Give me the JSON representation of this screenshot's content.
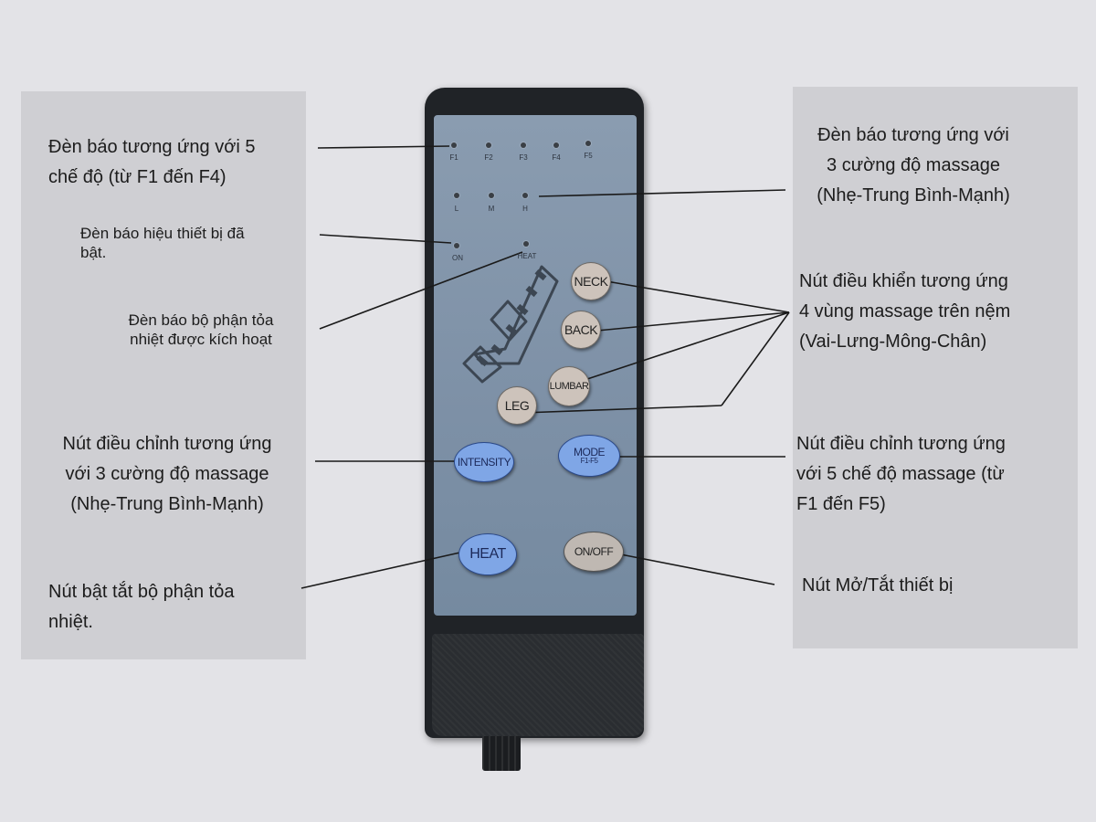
{
  "remote": {
    "mode_leds": [
      "F1",
      "F2",
      "F3",
      "F4",
      "F5"
    ],
    "intensity_leds": [
      "L",
      "M",
      "H"
    ],
    "status_leds": [
      "ON",
      "HEAT"
    ],
    "buttons": {
      "neck": "NECK",
      "back": "BACK",
      "lumbar": "LUMBAR",
      "leg": "LEG",
      "intensity": "INTENSITY",
      "mode": "MODE",
      "mode_sub": "F1-F5",
      "heat": "HEAT",
      "onoff": "ON/OFF"
    }
  },
  "annotations": {
    "mode_led": "Đèn báo tương ứng với 5\nchế độ (từ F1 đến F4)",
    "power_led": "Đèn báo hiệu thiết bị đã\nbật.",
    "heat_led": "Đèn báo bộ phận tỏa\nnhiệt được kích hoạt",
    "intensity_button": "Nút điều chỉnh tương ứng\nvới 3 cường độ massage\n(Nhẹ-Trung Bình-Mạnh)",
    "heat_button": "Nút bật tắt bộ phận tỏa\nnhiệt.",
    "intensity_led": "Đèn báo tương ứng với\n3 cường độ massage\n(Nhẹ-Trung Bình-Mạnh)",
    "zone_buttons": "Nút điều khiển tương ứng\n4 vùng massage trên nệm\n(Vai-Lưng-Mông-Chân)",
    "mode_button": "Nút điều chỉnh tương ứng\nvới 5 chế độ massage (từ\nF1 đến F5)",
    "power_button": "Nút Mở/Tắt thiết bị"
  }
}
